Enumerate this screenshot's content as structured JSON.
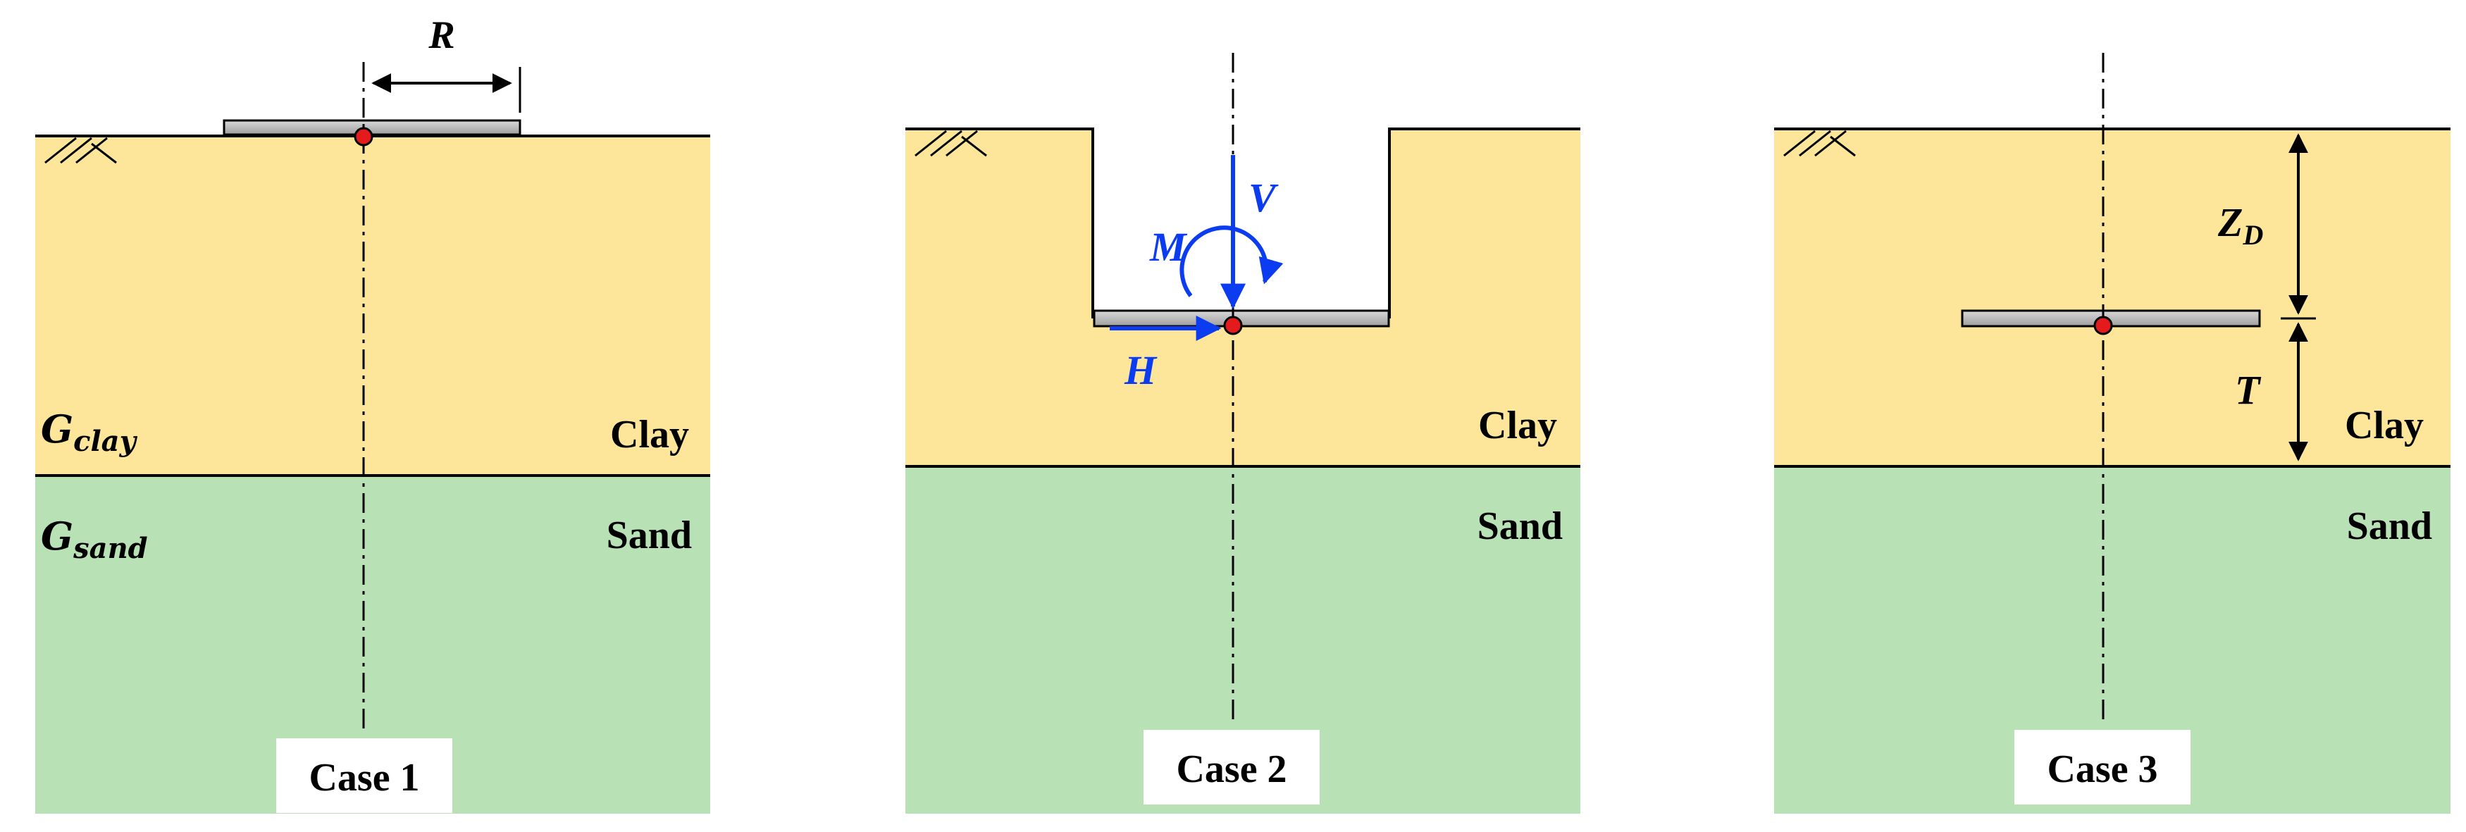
{
  "colors": {
    "clay": "#FDE69A",
    "sand": "#B9E1B6",
    "plate": "#B8B8B8",
    "point": "#E41A1C",
    "load": "#0B3CF0",
    "line": "#000000"
  },
  "soil_labels": {
    "clay": "Clay",
    "sand": "Sand",
    "g_clay_base": "G",
    "g_clay_sub": "clay",
    "g_sand_base": "G",
    "g_sand_sub": "sand"
  },
  "dimension_labels": {
    "radius": "R",
    "depth_base": "Z",
    "depth_sub": "D",
    "thickness": "T"
  },
  "load_labels": {
    "vertical": "V",
    "moment": "M",
    "horizontal": "H"
  },
  "cases": [
    {
      "label": "Case 1"
    },
    {
      "label": "Case 2"
    },
    {
      "label": "Case 3"
    }
  ]
}
